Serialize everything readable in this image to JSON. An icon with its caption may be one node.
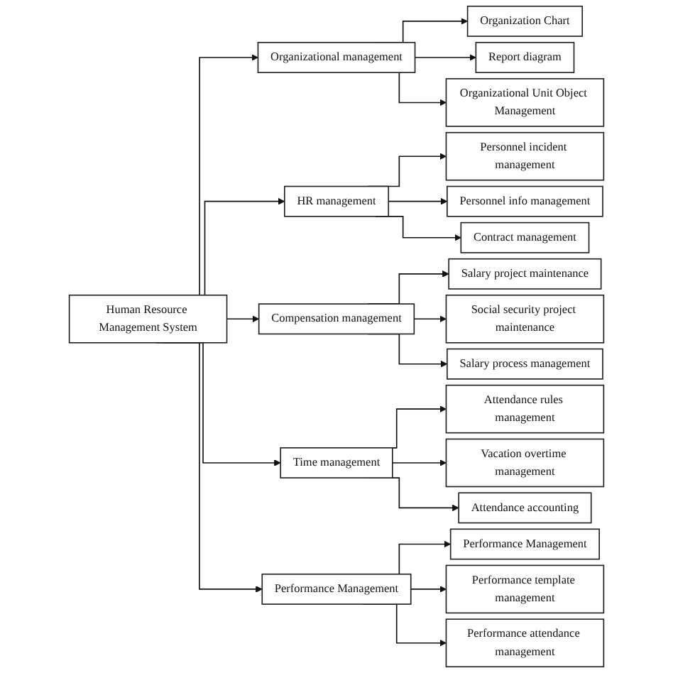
{
  "diagram": {
    "nodes": [
      {
        "text": [
          "Human Resource Management System"
        ]
      },
      {
        "text": [
          "Organizational management"
        ]
      },
      {
        "text": [
          "Organization Chart"
        ]
      },
      {
        "text": [
          "Report diagram"
        ]
      },
      {
        "text": [
          "Organizational Unit Object Management"
        ]
      },
      {
        "text": [
          "HR management"
        ]
      },
      {
        "text": [
          "Personnel incident management"
        ]
      },
      {
        "text": [
          "Personnel info management"
        ]
      },
      {
        "text": [
          "Contract management"
        ]
      },
      {
        "text": [
          "Compensation management"
        ]
      },
      {
        "text": [
          "Salary project maintenance"
        ]
      },
      {
        "text": [
          "Social security project maintenance"
        ]
      },
      {
        "text": [
          "Salary process management"
        ]
      },
      {
        "text": [
          "Time management"
        ]
      },
      {
        "text": [
          "Attendance rules management"
        ]
      },
      {
        "text": [
          "Vacation overtime management"
        ]
      },
      {
        "text": [
          "Attendance accounting"
        ]
      },
      {
        "text": [
          "Performance Management"
        ]
      },
      {
        "text": [
          "Performance Management"
        ]
      },
      {
        "text": [
          "Performance template management"
        ]
      },
      {
        "text": [
          "Performance attendance management"
        ]
      }
    ],
    "edges": [
      {
        "from": 0,
        "to": 1,
        "arrow": "to"
      },
      {
        "from": 1,
        "to": 2,
        "arrow": "to"
      },
      {
        "from": 1,
        "to": 3,
        "arrow": "to"
      },
      {
        "from": 1,
        "to": 4,
        "arrow": "to"
      },
      {
        "from": 0,
        "to": 5,
        "arrow": "to"
      },
      {
        "from": 5,
        "to": 6,
        "arrow": "to"
      },
      {
        "from": 5,
        "to": 7,
        "arrow": "to"
      },
      {
        "from": 5,
        "to": 8,
        "arrow": "to"
      },
      {
        "from": 0,
        "to": 9,
        "arrow": "to"
      },
      {
        "from": 9,
        "to": 10,
        "arrow": "to"
      },
      {
        "from": 9,
        "to": 11,
        "arrow": "to"
      },
      {
        "from": 9,
        "to": 12,
        "arrow": "to"
      },
      {
        "from": 0,
        "to": 13,
        "arrow": "to"
      },
      {
        "from": 13,
        "to": 14,
        "arrow": "to"
      },
      {
        "from": 13,
        "to": 15,
        "arrow": "to"
      },
      {
        "from": 13,
        "to": 16,
        "arrow": "to"
      },
      {
        "from": 0,
        "to": 17,
        "arrow": "to"
      },
      {
        "from": 17,
        "to": 18,
        "arrow": "to"
      },
      {
        "from": 17,
        "to": 19,
        "arrow": "to"
      },
      {
        "from": 17,
        "to": 20,
        "arrow": "to"
      }
    ]
  }
}
